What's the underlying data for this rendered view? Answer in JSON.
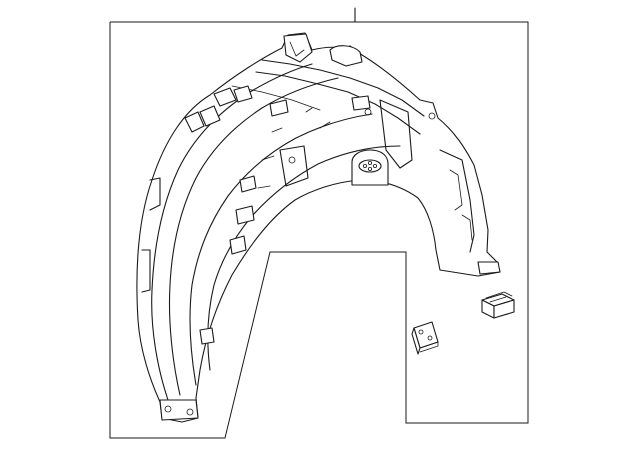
{
  "diagram": {
    "type": "exploded-parts-diagram",
    "parts": [
      {
        "id": "fender-liner",
        "icon": "fender-liner-icon"
      },
      {
        "id": "clip",
        "icon": "clip-icon"
      },
      {
        "id": "bracket",
        "icon": "bracket-icon"
      }
    ],
    "colors": {
      "line": "#1a1a1a",
      "background": "#ffffff"
    }
  }
}
